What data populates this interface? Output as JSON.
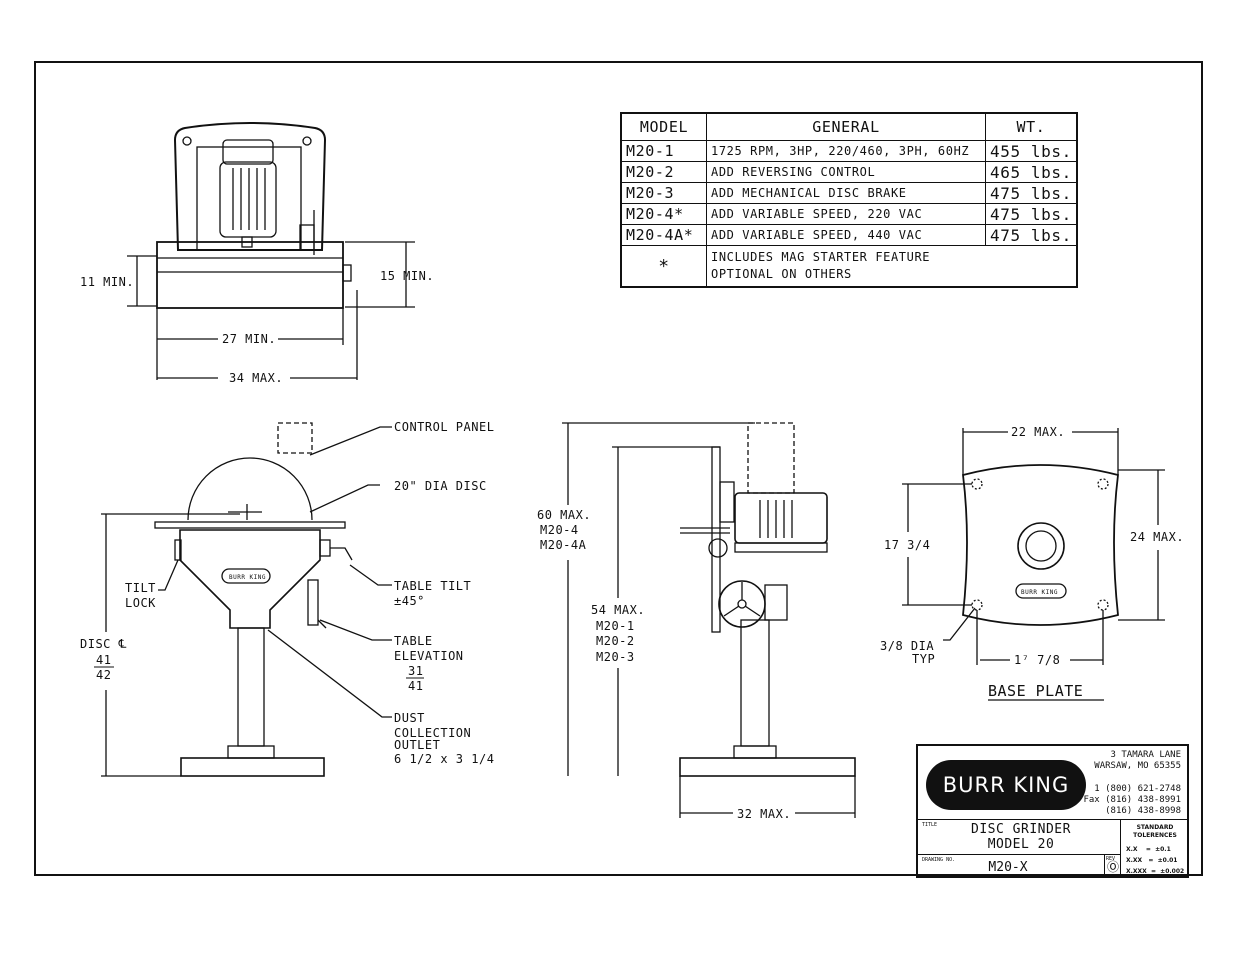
{
  "spec_table": {
    "headers": [
      "MODEL",
      "GENERAL",
      "WT."
    ],
    "rows": [
      {
        "model": "M20-1",
        "general": "1725 RPM, 3HP, 220/460, 3PH, 60HZ",
        "wt": "455 lbs."
      },
      {
        "model": "M20-2",
        "general": "ADD REVERSING CONTROL",
        "wt": "465 lbs."
      },
      {
        "model": "M20-3",
        "general": "ADD MECHANICAL DISC BRAKE",
        "wt": "475 lbs."
      },
      {
        "model": "M20-4*",
        "general": "ADD VARIABLE SPEED, 220 VAC",
        "wt": "475 lbs."
      },
      {
        "model": "M20-4A*",
        "general": "ADD VARIABLE SPEED, 440 VAC",
        "wt": "475 lbs."
      }
    ],
    "note_symbol": "*",
    "note_line1": "INCLUDES MAG STARTER FEATURE",
    "note_line2": "OPTIONAL ON OTHERS"
  },
  "top_view": {
    "dim_11": "11 MIN.",
    "dim_15": "15 MIN.",
    "dim_27": "27 MIN.",
    "dim_34": "34 MAX."
  },
  "front_view": {
    "control_panel": "CONTROL PANEL",
    "disc": "20\" DIA DISC",
    "tilt_lock_1": "TILT",
    "tilt_lock_2": "LOCK",
    "table_tilt_1": "TABLE TILT",
    "table_tilt_2": "±45°",
    "table_elev_1": "TABLE",
    "table_elev_2": "ELEVATION",
    "table_elev_num": "31",
    "table_elev_den": "41",
    "dust_1": "DUST",
    "dust_2": "COLLECTION",
    "dust_3": "OUTLET",
    "dust_4": "6 1/2 x 3 1/4",
    "disc_cl": "DISC ℄",
    "disc_num": "41",
    "disc_den": "42",
    "badge": "BURR KING"
  },
  "side_view": {
    "dim_60_1": "60 MAX.",
    "dim_60_2": "M20-4",
    "dim_60_3": "M20-4A",
    "dim_54_1": "54 MAX.",
    "dim_54_2": "M20-1",
    "dim_54_3": "M20-2",
    "dim_54_4": "M20-3",
    "dim_32": "32 MAX."
  },
  "base_plate": {
    "dim_22": "22 MAX.",
    "dim_24": "24 MAX.",
    "dim_17": "17 3/4",
    "dim_hole_1": "3/8 DIA",
    "dim_hole_2": "TYP",
    "dim_17b": "1⁷ 7/8",
    "title": "BASE PLATE",
    "badge": "BURR KING"
  },
  "title_block": {
    "logo": "BURR KING",
    "address_1": "3 TAMARA LANE",
    "address_2": "WARSAW, MO 65355",
    "phone": "1 (800) 621-2748",
    "fax": "Fax (816) 438-8991",
    "phone2": "(816) 438-8998",
    "title_tag": "TITLE",
    "title_1": "DISC GRINDER",
    "title_2": "MODEL 20",
    "dwg_tag": "DRAWING NO.",
    "dwg_no": "M20-X",
    "rev_tag": "REV",
    "rev": "Ⓞ",
    "tol_header_1": "STANDARD",
    "tol_header_2": "TOLERENCES",
    "tol_1": "X.X    =  ±0.1",
    "tol_2": "X.XX   =  ±0.01",
    "tol_3": "X.XXX  =  ±0.002"
  }
}
